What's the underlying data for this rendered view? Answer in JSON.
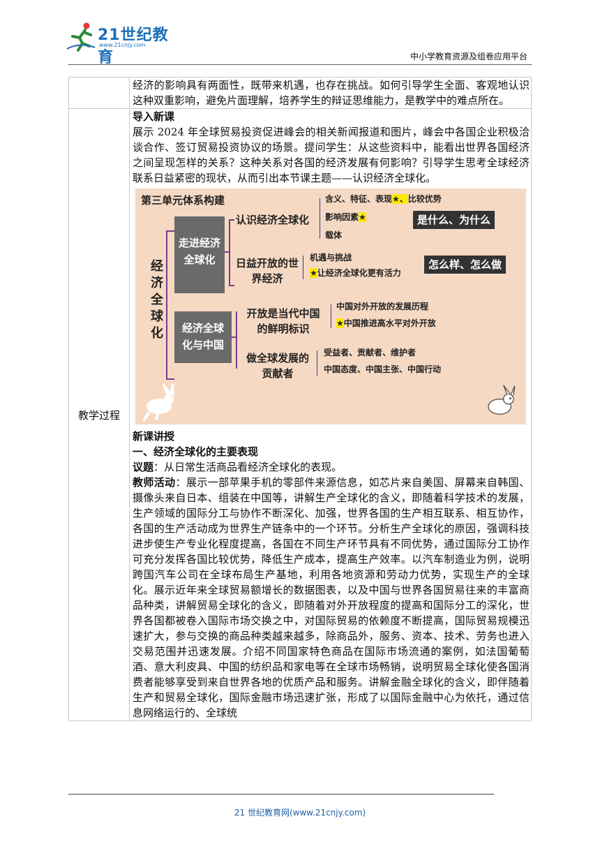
{
  "header": {
    "logo_text": "21世纪教育",
    "logo_url": "www.21cnjy.com",
    "platform": "中小学教育资源及组卷应用平台"
  },
  "rows": [
    {
      "label": "",
      "paragraphs": [
        "经济的影响具有两面性，既带来机遇，也存在挑战。如何引导学生全面、客观地认识这种双重影响，避免片面理解，培养学生的辩证思维能力，是教学中的难点所在。"
      ]
    },
    {
      "label": "教学过程",
      "intro_heading": "导入新课",
      "intro_text": "展示 2024 年全球贸易投资促进峰会的相关新闻报道和图片，峰会中各国企业积极洽谈合作、签订贸易投资协议的场景。提问学生：从这些资料中，能看出世界各国经济之间呈现怎样的关系？这种关系对各国的经济发展有何影响？引导学生思考全球经济联系日益紧密的现状，从而引出本节课主题——认识经济全球化。",
      "new_lesson_heading": "新课讲授",
      "section_heading": "一、经济全球化的主要表现",
      "topic_label": "议题",
      "topic_text": "：从日常生活商品看经济全球化的表现。",
      "activity_label": "教师活动",
      "activity_text": "：展示一部苹果手机的零部件来源信息，如芯片来自美国、屏幕来自韩国、摄像头来自日本、组装在中国等，讲解生产全球化的含义，即随着科学技术的发展，生产领域的国际分工与协作不断深化、加强，世界各国的生产相互联系、相互协作，各国的生产活动成为世界生产链条中的一个环节。分析生产全球化的原因，强调科技进步使生产专业化程度提高，各国在不同生产环节具有不同优势，通过国际分工协作可充分发挥各国比较优势，降低生产成本，提高生产效率。以汽车制造业为例，说明跨国汽车公司在全球布局生产基地，利用各地资源和劳动力优势，实现生产的全球化。展示近年来全球贸易额增长的数据图表，以及中国与世界各国贸易往来的丰富商品种类，讲解贸易全球化的含义，即随着对外开放程度的提高和国际分工的深化，世界各国都被卷入国际市场交换之中，对国际贸易的依赖度不断提高，国际贸易规模迅速扩大，参与交换的商品种类越来越多，除商品外，服务、资本、技术、劳务也进入交易范围并迅速发展。介绍不同国家特色商品在国际市场流通的案例，如法国葡萄酒、意大利皮具、中国的纺织品和家电等在全球市场畅销，说明贸易全球化使各国消费者能够享受到来自世界各地的优质产品和服务。讲解金融全球化的含义，即伴随着生产和贸易全球化，国际金融市场迅速扩张，形成了以国际金融中心为依托，通过信息网络运行的、全球统"
    }
  ],
  "diagram": {
    "title": "第三单元体系构建",
    "root": "经济全球化",
    "branch1": "走进经济全球化",
    "branch2": "经济全球化与中国",
    "node1": "认识经济全球化",
    "node2": "日益开放的世界经济",
    "node3": "开放是当代中国的鲜明标识",
    "node4": "做全球发展的贡献者",
    "leaf1a": "含义、特征、表现",
    "leaf1a_star": "★、",
    "leaf1a_tail": "比较优势",
    "leaf1b": "影响因素",
    "leaf1b_star": "★",
    "leaf1c": "载体",
    "leaf2a": "机遇与挑战",
    "leaf2b_star": "★",
    "leaf2b": "让经济全球化更有活力",
    "leaf3a": "中国对外开放的发展历程",
    "leaf3b_star": "★",
    "leaf3b": "中国推进高水平对外开放",
    "leaf4a": "受益者、贡献者、维护者",
    "leaf4b": "中国态度、中国主张、中国行动",
    "tag1": "是什么、为什么",
    "tag2": "怎么样、怎么做"
  },
  "footer": {
    "text": "21 世纪教育网(www.21cnjy.com)"
  },
  "colors": {
    "brand_blue": "#1d6fb8",
    "diagram_bg": "#f6d9c3",
    "box_gray": "#6a6a6a",
    "bracket_purple": "#7a3b90",
    "star_yellow": "#ffe800"
  }
}
